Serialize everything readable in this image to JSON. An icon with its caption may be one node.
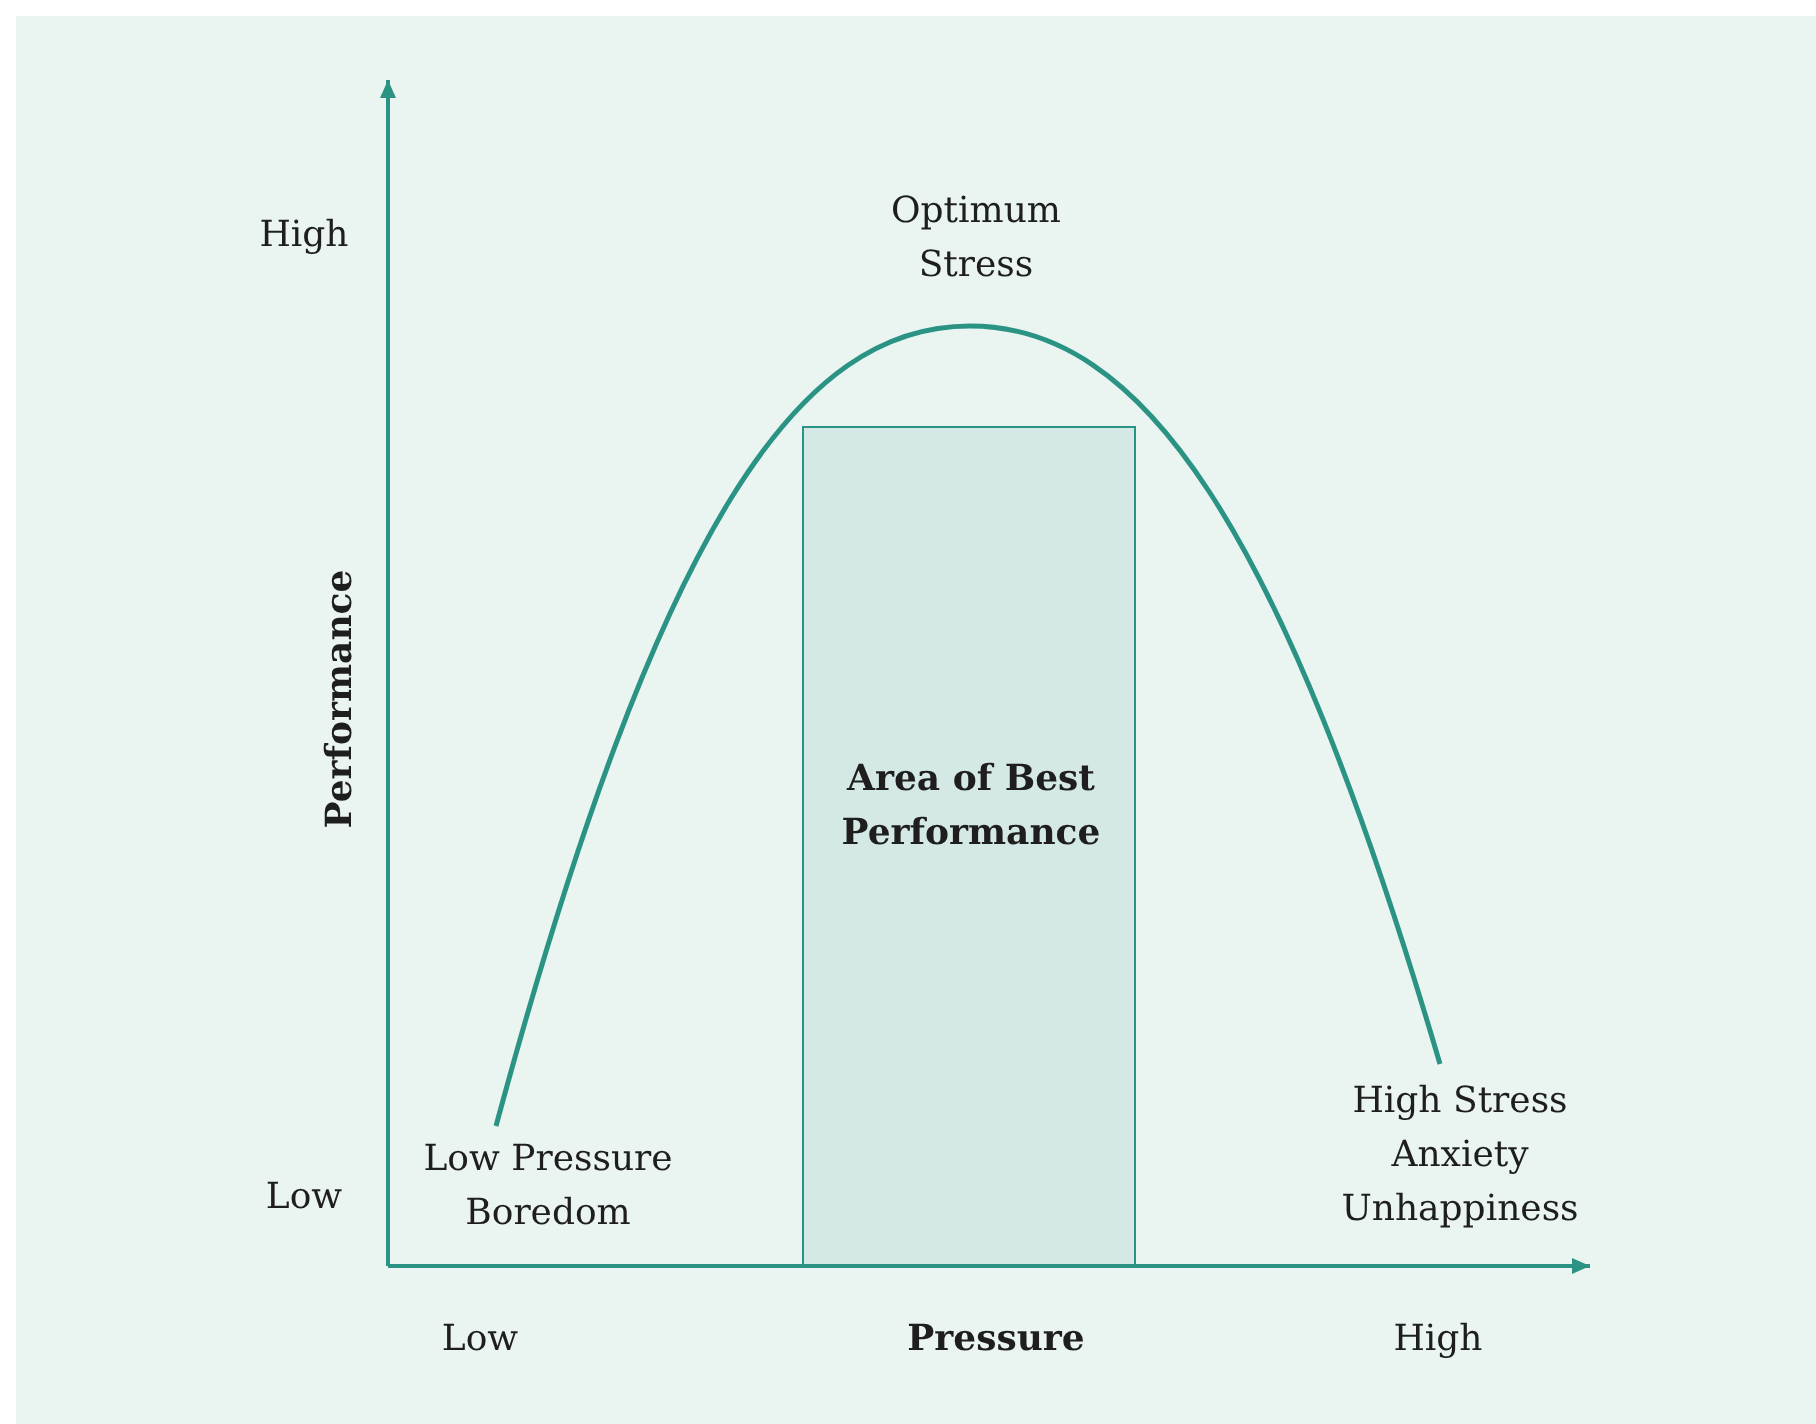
{
  "diagram": {
    "nodes": [
      {
        "text": [
          "Area of Best Performance"
        ]
      }
    ],
    "labels": [
      "Optimum Stress",
      "High",
      "Performance",
      "High Stress Anxiety Unhappiness",
      "Low Pressure Boredom",
      "Low",
      "Low",
      "Pressure",
      "High"
    ]
  }
}
